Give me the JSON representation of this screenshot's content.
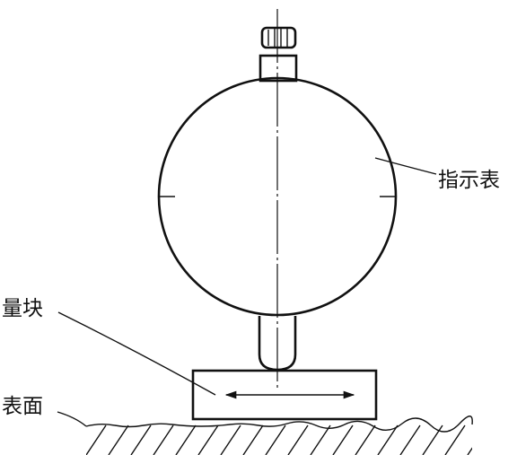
{
  "labels": {
    "indicator": "指示表",
    "gauge_block": "量块",
    "surface": "表面"
  }
}
